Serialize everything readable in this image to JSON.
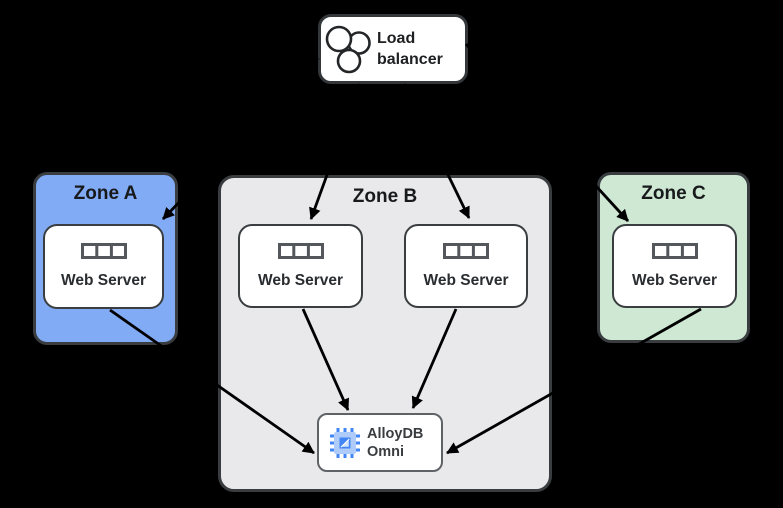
{
  "canvas": {
    "background": "#000000"
  },
  "load_balancer": {
    "label": "Load balancer",
    "icon": "load-balancer-circles-icon"
  },
  "zones": [
    {
      "label": "Zone A",
      "color": "#82ABF5",
      "servers": [
        {
          "label": "Web Server",
          "icon": "server-icon"
        }
      ]
    },
    {
      "label": "Zone B",
      "color": "#E9E9EB",
      "servers": [
        {
          "label": "Web Server",
          "icon": "server-icon"
        },
        {
          "label": "Web Server",
          "icon": "server-icon"
        }
      ],
      "database": {
        "label": "AlloyDB Omni",
        "icon": "chip-icon"
      }
    },
    {
      "label": "Zone C",
      "color": "#CEE8D4",
      "servers": [
        {
          "label": "Web Server",
          "icon": "server-icon"
        }
      ]
    }
  ],
  "edges": [
    {
      "from": "load-balancer",
      "to": "zone-a-web-server"
    },
    {
      "from": "load-balancer",
      "to": "zone-b-web-server-1"
    },
    {
      "from": "load-balancer",
      "to": "zone-b-web-server-2"
    },
    {
      "from": "load-balancer",
      "to": "zone-c-web-server"
    },
    {
      "from": "zone-a-web-server",
      "to": "alloydb-omni"
    },
    {
      "from": "zone-b-web-server-1",
      "to": "alloydb-omni"
    },
    {
      "from": "zone-b-web-server-2",
      "to": "alloydb-omni"
    },
    {
      "from": "zone-c-web-server",
      "to": "alloydb-omni"
    }
  ],
  "colors": {
    "zone_a_blue": "#82ABF5",
    "zone_b_gray": "#E9E9EB",
    "zone_c_green": "#CEE8D4",
    "box_border_dark": "#3A3E41",
    "db_border_gray": "#5F6368",
    "arrow_black": "#000000",
    "chip_blue": "#4285F4",
    "chip_light_blue": "#AECBFA"
  }
}
